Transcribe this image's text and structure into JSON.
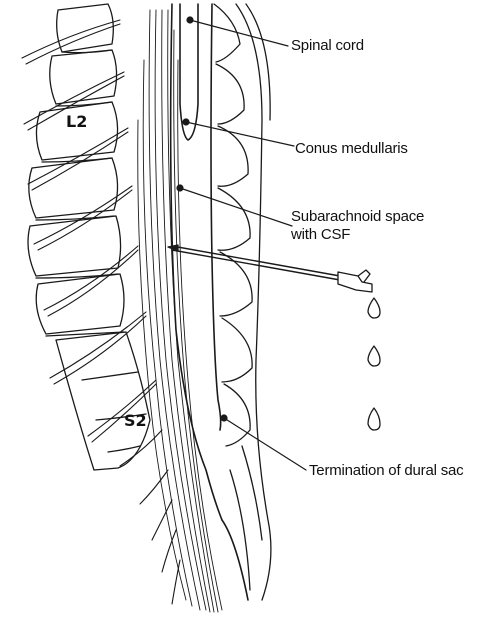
{
  "figure": {
    "labels": {
      "spinal_cord": "Spinal cord",
      "conus_medullaris": "Conus medullaris",
      "subarachnoid_line1": "Subarachnoid space",
      "subarachnoid_line2": "with CSF",
      "dural_sac": "Termination of dural sac"
    },
    "vertebra_labels": {
      "l2": "L2",
      "s2": "S2"
    }
  }
}
